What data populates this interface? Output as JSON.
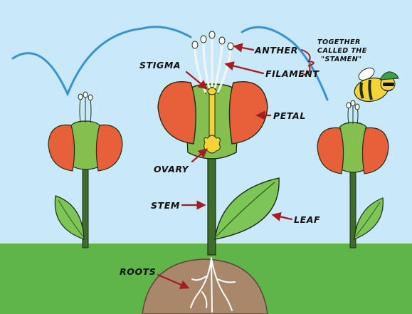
{
  "labels": {
    "anther": "ANTHER",
    "filament": "FILAMENT",
    "stigma": "STIGMA",
    "petal": "PETAL",
    "ovary": "OVARY",
    "stem": "STEM",
    "leaf": "LEAF",
    "roots": "ROOTS"
  },
  "stamen_note": {
    "line1": "TOGETHER",
    "line2": "CALLED THE",
    "line3": "\"STAMEN\""
  },
  "colors": {
    "sky": "#c9e9fb",
    "grass": "#5fb44a",
    "soil": "#a8876a",
    "petal": "#e8603a",
    "sepal": "#84bf4f",
    "leaf": "#7cc556",
    "stem": "#3f6b2b",
    "arrow": "#a31e23",
    "flight_path": "#3a92d1",
    "pollen": "#f3d338"
  }
}
